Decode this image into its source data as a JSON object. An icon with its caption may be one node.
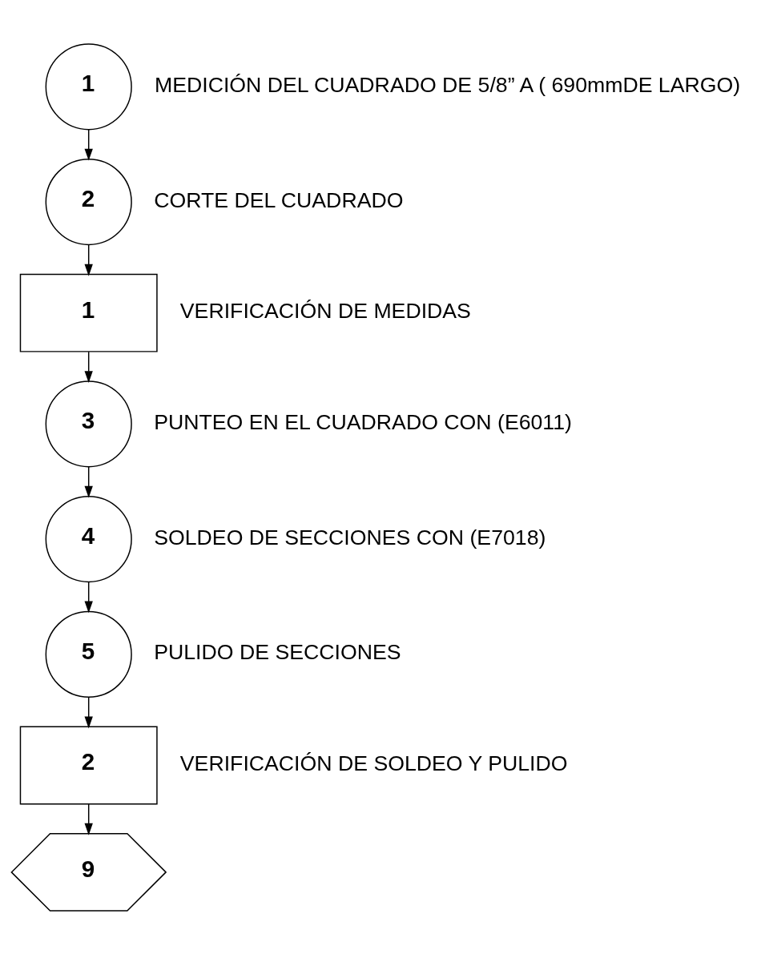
{
  "diagram": {
    "nodes": [
      {
        "text": [
          "1"
        ],
        "beside": [
          "MEDICIÓN DEL CUADRADO DE 5/8” A ( 690mmDE LARGO)"
        ]
      },
      {
        "text": [
          "2"
        ],
        "beside": [
          "CORTE DEL CUADRADO"
        ]
      },
      {
        "text": [
          "1"
        ],
        "beside": [
          "VERIFICACIÓN DE MEDIDAS"
        ]
      },
      {
        "text": [
          "3"
        ],
        "beside": [
          "PUNTEO EN EL CUADRADO CON (E6011)"
        ]
      },
      {
        "text": [
          "4"
        ],
        "beside": [
          "SOLDEO DE SECCIONES CON (E7018)"
        ]
      },
      {
        "text": [
          "5"
        ],
        "beside": [
          "PULIDO DE SECCIONES"
        ]
      },
      {
        "text": [
          "2"
        ],
        "beside": [
          "VERIFICACIÓN DE SOLDEO Y PULIDO"
        ]
      },
      {
        "text": [
          "9"
        ]
      }
    ],
    "edges": [
      {
        "from": 0,
        "to": 1,
        "arrow": "to"
      },
      {
        "from": 1,
        "to": 2,
        "arrow": "to"
      },
      {
        "from": 2,
        "to": 3,
        "arrow": "to"
      },
      {
        "from": 3,
        "to": 4,
        "arrow": "to"
      },
      {
        "from": 4,
        "to": 5,
        "arrow": "to"
      },
      {
        "from": 5,
        "to": 6,
        "arrow": "to"
      },
      {
        "from": 6,
        "to": 7,
        "arrow": "to"
      }
    ]
  }
}
